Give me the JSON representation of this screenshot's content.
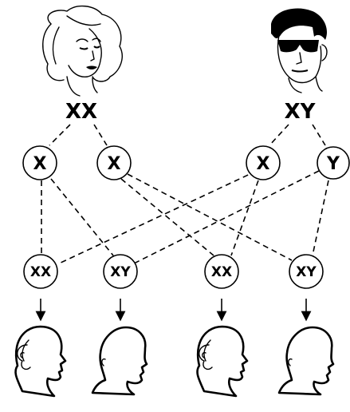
{
  "parents": {
    "mother_genotype": "XX",
    "father_genotype": "XY"
  },
  "gametes": {
    "mother_1": "X",
    "mother_2": "X",
    "father_1": "X",
    "father_2": "Y"
  },
  "offspring": [
    {
      "genotype": "XX",
      "sex": "female"
    },
    {
      "genotype": "XY",
      "sex": "male"
    },
    {
      "genotype": "XX",
      "sex": "female"
    },
    {
      "genotype": "XY",
      "sex": "male"
    }
  ]
}
